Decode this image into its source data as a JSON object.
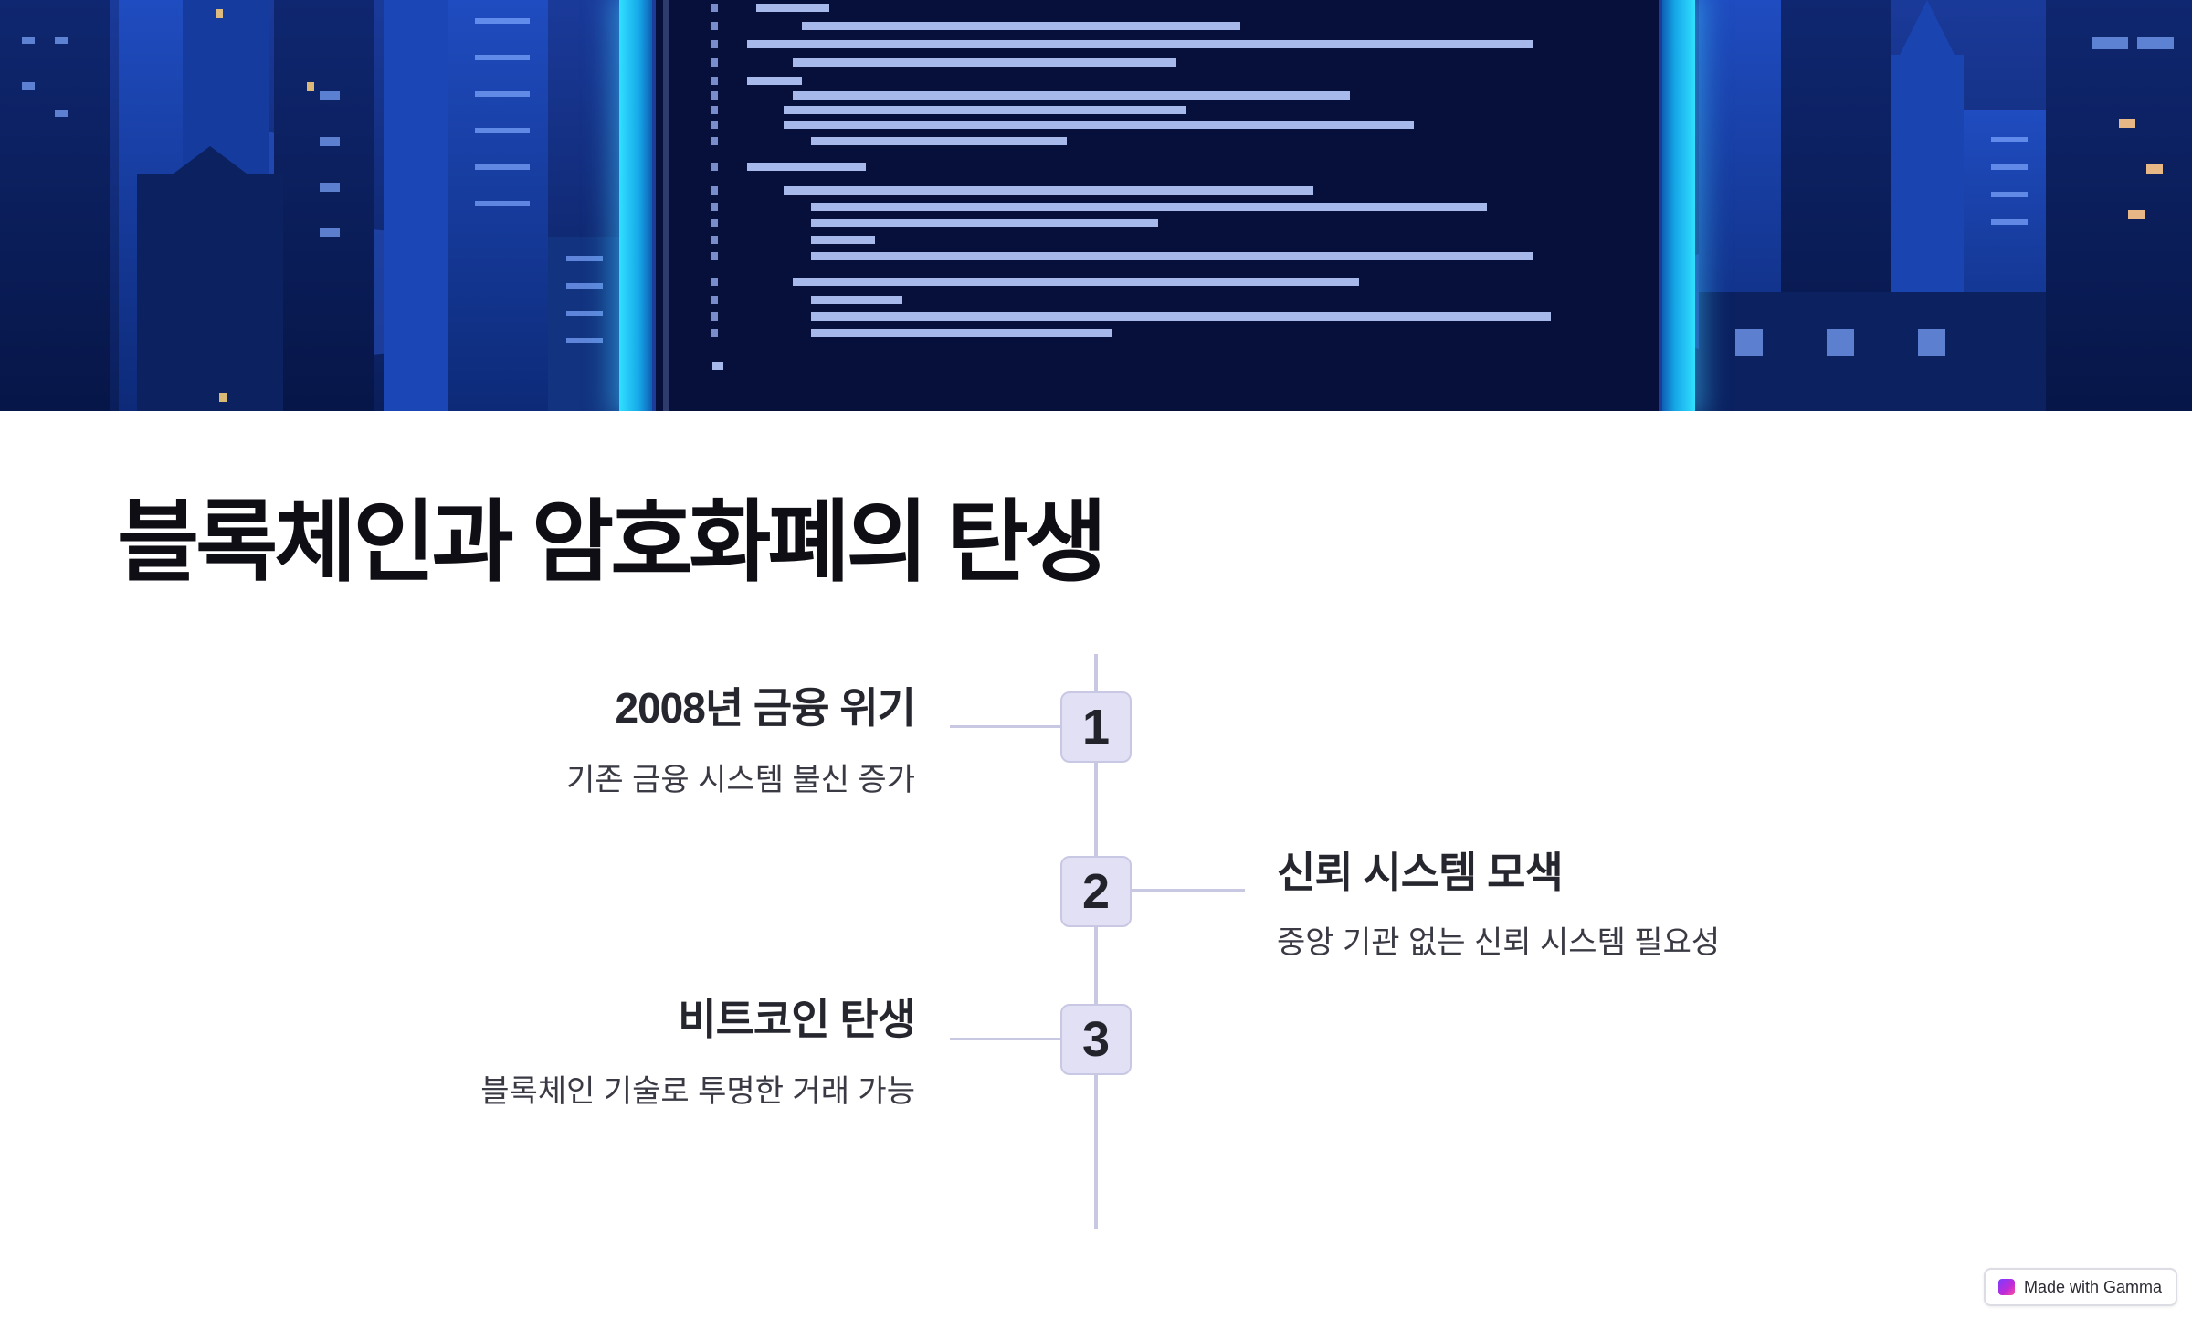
{
  "colors": {
    "hero_background": "#0a1f5c",
    "code_panel": "#07103a",
    "code_glow": "#30e0ff",
    "title_text": "#0e0e14",
    "timeline_line": "#c9c8e2",
    "badge_fill": "#e1e0f5",
    "badge_text": "#23232c"
  },
  "slide": {
    "title": "블록체인과 암호화폐의 탄생"
  },
  "timeline": {
    "steps": [
      {
        "number": "1",
        "title": "2008년 금융 위기",
        "description": "기존 금융 시스템 불신 증가",
        "side": "left"
      },
      {
        "number": "2",
        "title": "신뢰 시스템 모색",
        "description": "중앙 기관 없는 신뢰 시스템 필요성",
        "side": "right"
      },
      {
        "number": "3",
        "title": "비트코인 탄생",
        "description": "블록체인 기술로 투명한 거래 가능",
        "side": "left"
      }
    ]
  },
  "footer": {
    "badge_text": "Made with Gamma",
    "badge_icon": "gamma-logo-icon"
  },
  "hero_image": {
    "subject": "city-skyline-with-code-monitor"
  }
}
